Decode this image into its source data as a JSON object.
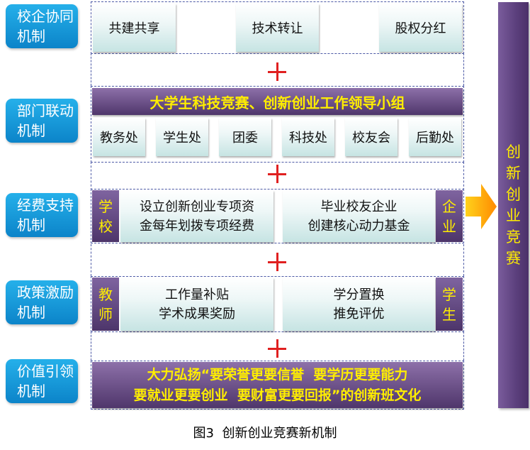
{
  "mechanisms": [
    {
      "line1": "校企协同",
      "line2": "机制"
    },
    {
      "line1": "部门联动",
      "line2": "机制"
    },
    {
      "line1": "经费支持",
      "line2": "机制"
    },
    {
      "line1": "政策激励",
      "line2": "机制"
    },
    {
      "line1": "价值引领",
      "line2": "机制"
    }
  ],
  "row1": {
    "items": [
      "共建共享",
      "技术转让",
      "股权分红"
    ]
  },
  "row2": {
    "header": "大学生科技竞赛、创新创业工作领导小组",
    "departments": [
      "教务处",
      "学生处",
      "团委",
      "科技处",
      "校友会",
      "后勤处"
    ]
  },
  "row3": {
    "left_tag": [
      "学",
      "校"
    ],
    "left_lines": [
      "设立创新创业专项资",
      "金每年划拨专项经费"
    ],
    "right_lines": [
      "毕业校友企业",
      "创建核心动力基金"
    ],
    "right_tag": [
      "企",
      "业"
    ]
  },
  "row4": {
    "left_tag": [
      "教",
      "师"
    ],
    "left_lines": [
      "工作量补贴",
      "学术成果奖励"
    ],
    "right_lines": [
      "学分置换",
      "推免评优"
    ],
    "right_tag": [
      "学",
      "生"
    ]
  },
  "row5": {
    "lines": [
      "大力弘扬“要荣誉更要信誉  要学历更要能力",
      "要就业更要创业  要财富更要回报”的创新班文化"
    ]
  },
  "plus_symbol": "+",
  "result": {
    "chars": [
      "创",
      "新",
      "创",
      "业",
      "竞",
      "赛"
    ]
  },
  "caption": "图3  创新创业竞赛新机制",
  "colors": {
    "mechanism_blue": "#1a9ad8",
    "purple": "#5e4680",
    "highlight_yellow": "#ffee00",
    "plus_red": "#e02020",
    "cell_teal": "#c6e4e3"
  }
}
